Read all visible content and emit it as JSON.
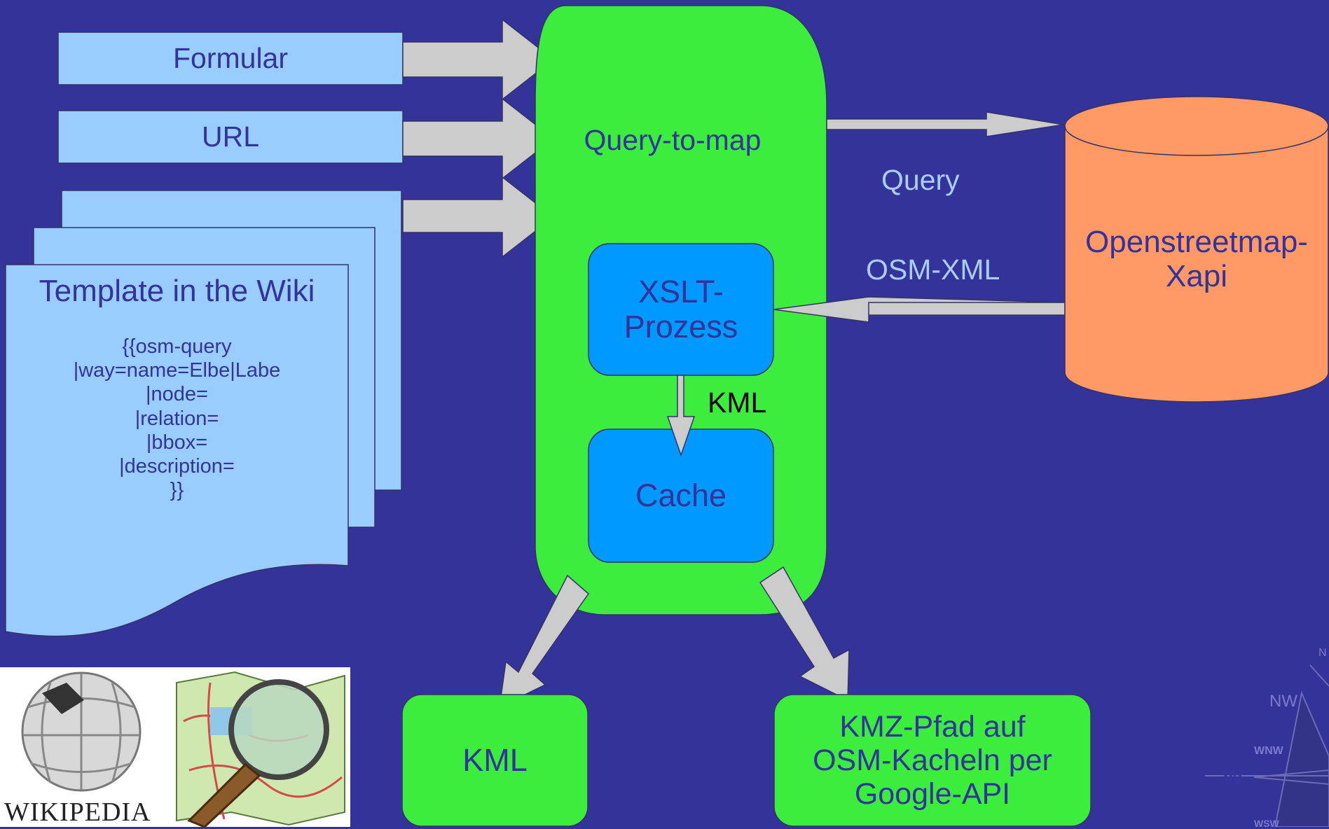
{
  "inputs": [
    {
      "label": "Formular"
    },
    {
      "label": "URL"
    }
  ],
  "template": {
    "title": "Template in the Wiki",
    "code": "{{osm-query\n|way=name=Elbe|Labe\n|node=\n|relation=\n|bbox=\n|description=\n}}"
  },
  "processor": {
    "label": "Query-to-map",
    "xslt_label": "XSLT-\nProzess",
    "cache_label": "Cache",
    "kml_edge_label": "KML"
  },
  "database": {
    "label": "Openstreetmap-\nXapi"
  },
  "edges": {
    "query_label": "Query",
    "osm_xml_label": "OSM-XML"
  },
  "outputs": [
    {
      "label": "KML"
    },
    {
      "label": "KMZ-Pfad auf\nOSM-Kacheln per\nGoogle-API"
    }
  ],
  "logos": {
    "wikipedia_word": "WIKIPEDIA"
  },
  "compass": {
    "labels": [
      "NW",
      "N",
      "WNW",
      "W",
      "WSW"
    ]
  },
  "colors": {
    "background": "#333399",
    "input_fill": "#99ccff",
    "processor_fill": "#3ded3d",
    "inner_fill": "#0099ff",
    "database_fill": "#ff9966",
    "arrow_fill": "#cccccc",
    "label_text": "#333399",
    "edge_text": "#aaccff"
  }
}
